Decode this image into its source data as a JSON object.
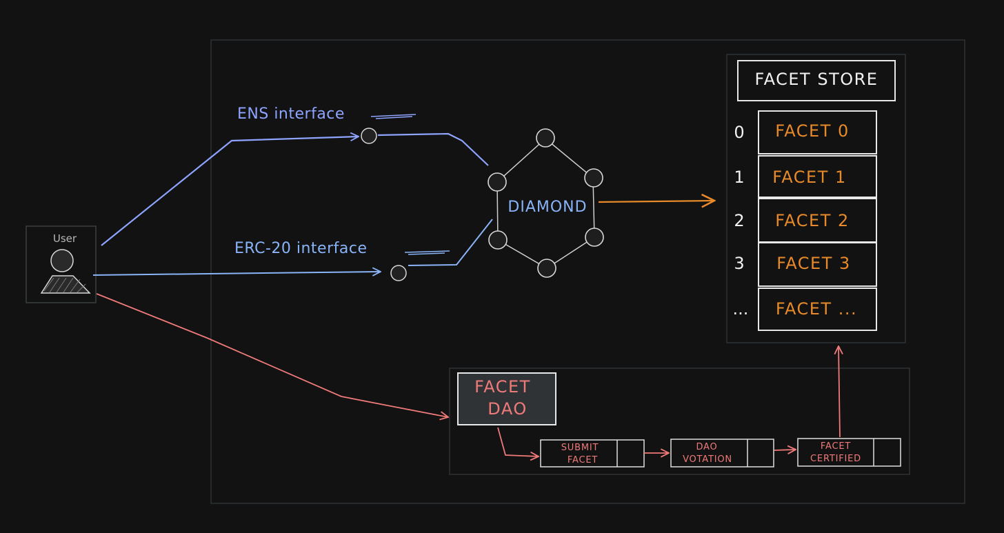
{
  "colors": {
    "background": "#121212",
    "frame": "#2e3335",
    "blue": "#8ea4ff",
    "light_blue": "#8ab4f8",
    "orange": "#e88a2a",
    "red": "#f07a7a",
    "white": "#f2f2f2",
    "dao_fill": "#2f3336"
  },
  "user": {
    "label": "User",
    "icon": "user-icon"
  },
  "interfaces": {
    "ens": "ENS interface",
    "erc20": "ERC-20 interface"
  },
  "diamond": {
    "label": "DIAMOND"
  },
  "facet_store": {
    "title": "FACET STORE",
    "facets": [
      {
        "index": "0",
        "label": "FACET 0"
      },
      {
        "index": "1",
        "label": "FACET 1"
      },
      {
        "index": "2",
        "label": "FACET 2"
      },
      {
        "index": "3",
        "label": "FACET 3"
      },
      {
        "index": "...",
        "label": "FACET ..."
      }
    ]
  },
  "dao": {
    "title_line1": "FACET",
    "title_line2": "DAO",
    "steps": [
      {
        "line1": "SUBMIT",
        "line2": "FACET"
      },
      {
        "line1": "DAO",
        "line2": "VOTATION"
      },
      {
        "line1": "FACET",
        "line2": "CERTIFIED"
      }
    ]
  }
}
